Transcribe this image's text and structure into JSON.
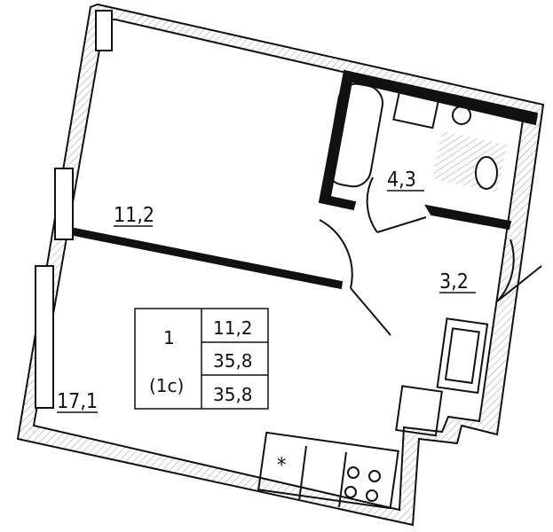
{
  "rooms": {
    "bedroom_area": "11,2",
    "bathroom_area": "4,3",
    "hall_area": "3,2",
    "kitchen_living_area": "17,1"
  },
  "summary_table": {
    "rooms_count": "1",
    "type": "(1с)",
    "living_area": "11,2",
    "total_area": "35,8",
    "total_area_with_balcony": "35,8"
  },
  "colors": {
    "wall": "#111111",
    "hatch": "#bbbbbb"
  }
}
